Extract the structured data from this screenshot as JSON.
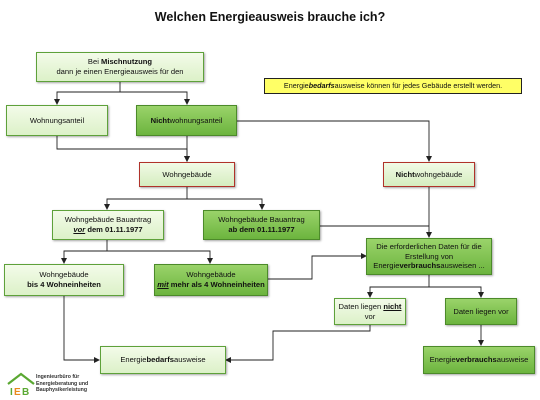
{
  "title": "Welchen Energieausweis brauche ich?",
  "start": {
    "pre": "Bei ",
    "bold": "Mischnutzung",
    "line2": "dann je einen Energieausweis für den"
  },
  "note": {
    "pre": "Energie",
    "em": "bedarfs",
    "post": "ausweise können für jedes Gebäude erstellt werden."
  },
  "wohnungsanteil": "Wohnungsanteil",
  "nichtwohnungsanteil": {
    "bold": "Nicht",
    "rest": "wohnungsanteil"
  },
  "wohngebaeude": "Wohngebäude",
  "nichtwohngebaeude": {
    "bold": "Nicht",
    "rest": "wohngebäude"
  },
  "bauantrag_vor": {
    "line1": "Wohngebäude Bauantrag",
    "em": "vor",
    "rest": " dem 01.11.1977"
  },
  "bauantrag_ab": {
    "line1": "Wohngebäude Bauantrag",
    "line2": "ab dem 01.11.1977"
  },
  "bis4": {
    "line1": "Wohngebäude",
    "line2": "bis 4 Wohneinheiten"
  },
  "mehr4": {
    "line1": "Wohngebäude",
    "em": "mit",
    "rest": " mehr als 4 Wohneinheiten"
  },
  "daten_box": {
    "line1": "Die erforderlichen Daten für die",
    "line2": "Erstellung von",
    "pre": "Energie",
    "bold": "verbrauchs",
    "post": "ausweisen ..."
  },
  "nicht_vor": {
    "pre": "Daten liegen ",
    "bold": "nicht",
    "line2": "vor"
  },
  "vor": "Daten liegen vor",
  "bedarf_result": {
    "pre": "Energie",
    "bold": "bedarfs",
    "post": "ausweise"
  },
  "verbrauch_result": {
    "pre": "Energie",
    "bold": "verbrauchs",
    "post": "ausweise"
  },
  "logo": {
    "letters": "IEB",
    "text_line1": "Ingenieurbüro für",
    "text_line2": "Energieberatung und",
    "text_line3": "Bauphysikerleistung"
  },
  "colors": {
    "light_fill": "#dcf1c8",
    "dark_fill": "#6cb43e",
    "red_border": "#b0322a",
    "note_fill": "#ffff66",
    "logo_green": "#5aa832",
    "logo_orange": "#e8891c"
  }
}
